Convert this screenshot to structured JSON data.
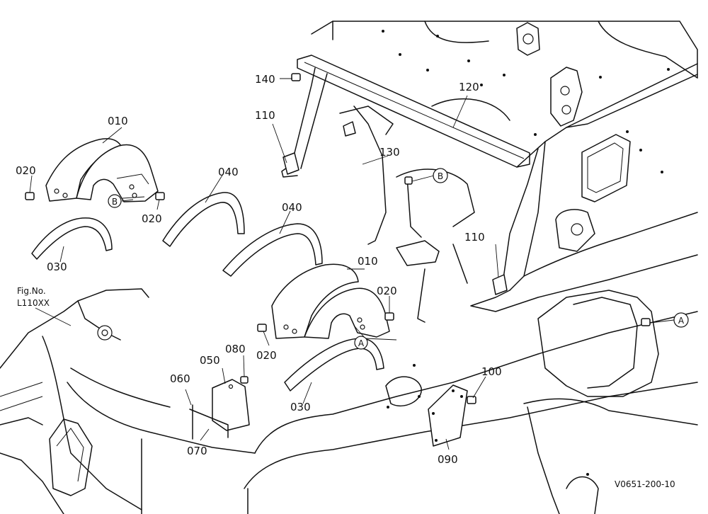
{
  "figure": {
    "fig_no_label": "Fig.No.",
    "fig_no_value": "L110XX",
    "drawing_code": "V0651-200-10"
  },
  "callouts": {
    "p140": "140",
    "p110a": "110",
    "p110b": "110",
    "p120": "120",
    "p130": "130",
    "p010a": "010",
    "p010b": "010",
    "p020a": "020",
    "p020b": "020",
    "p020c": "020",
    "p020d": "020",
    "p030a": "030",
    "p030b": "030",
    "p040a": "040",
    "p040b": "040",
    "p050": "050",
    "p060": "060",
    "p070": "070",
    "p080": "080",
    "p090": "090",
    "p100": "100"
  },
  "refs": {
    "a1": "A",
    "a2": "A",
    "b1": "B",
    "b2": "B"
  }
}
